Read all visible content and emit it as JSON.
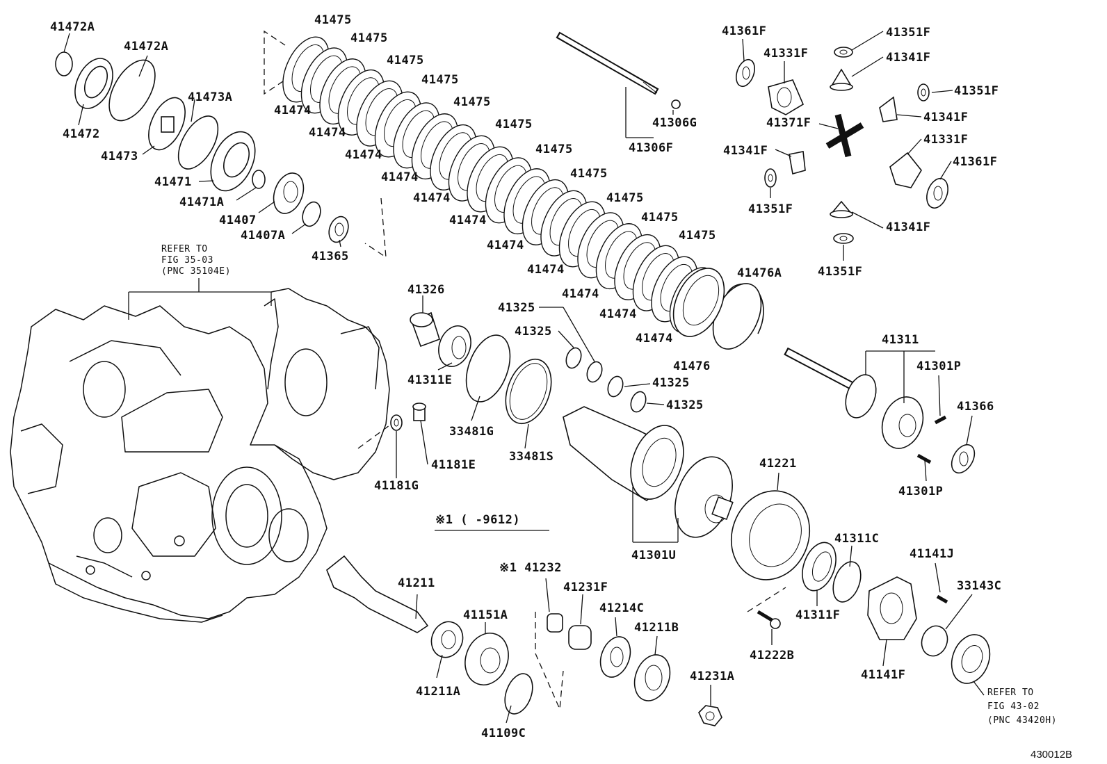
{
  "diagram_id": "430012B",
  "refer_notes": {
    "case": {
      "line1": "REFER TO",
      "line2": "FIG 35-03",
      "line3": "(PNC 35104E)"
    },
    "flange": {
      "line1": "REFER TO",
      "line2": "FIG 43-02",
      "line3": "(PNC 43420H)"
    }
  },
  "applicability_note": "※1 (    -9612)",
  "callouts": {
    "p41472A_a": "41472A",
    "p41472A_b": "41472A",
    "p41472": "41472",
    "p41473A": "41473A",
    "p41473": "41473",
    "p41471": "41471",
    "p41471A": "41471A",
    "p41407": "41407",
    "p41407A": "41407A",
    "p41365": "41365",
    "p41475_1": "41475",
    "p41475_2": "41475",
    "p41475_3": "41475",
    "p41475_4": "41475",
    "p41475_5": "41475",
    "p41475_6": "41475",
    "p41475_7": "41475",
    "p41475_8": "41475",
    "p41475_9": "41475",
    "p41475_10": "41475",
    "p41475_11": "41475",
    "p41474_1": "41474",
    "p41474_2": "41474",
    "p41474_3": "41474",
    "p41474_4": "41474",
    "p41474_5": "41474",
    "p41474_6": "41474",
    "p41474_7": "41474",
    "p41474_8": "41474",
    "p41474_9": "41474",
    "p41474_10": "41474",
    "p41474_11": "41474",
    "p41476A": "41476A",
    "p41476": "41476",
    "p41306G": "41306G",
    "p41306F": "41306F",
    "p41361F_a": "41361F",
    "p41331F_a": "41331F",
    "p41351F_a": "41351F",
    "p41341F_a": "41341F",
    "p41351F_b": "41351F",
    "p41341F_b": "41341F",
    "p41371F": "41371F",
    "p41341F_c": "41341F",
    "p41331F_b": "41331F",
    "p41361F_b": "41361F",
    "p41351F_c": "41351F",
    "p41341F_d": "41341F",
    "p41351F_d": "41351F",
    "p41326": "41326",
    "p41311E": "41311E",
    "p41325_1": "41325",
    "p41325_2": "41325",
    "p41325_3": "41325",
    "p41325_4": "41325",
    "p33481G": "33481G",
    "p33481S": "33481S",
    "p41181E": "41181E",
    "p41181G": "41181G",
    "p41301U": "41301U",
    "p41221": "41221",
    "p41311": "41311",
    "p41301P_a": "41301P",
    "p41366": "41366",
    "p41301P_b": "41301P",
    "p41311C": "41311C",
    "p41141J": "41141J",
    "p33143C": "33143C",
    "p41311F": "41311F",
    "p41222B": "41222B",
    "p41141F": "41141F",
    "p41211": "41211",
    "p41151A": "41151A",
    "p41211A": "41211A",
    "p41109C": "41109C",
    "p41232": "※1 41232",
    "p41231F": "41231F",
    "p41214C": "41214C",
    "p41211B": "41211B",
    "p41231A": "41231A"
  }
}
